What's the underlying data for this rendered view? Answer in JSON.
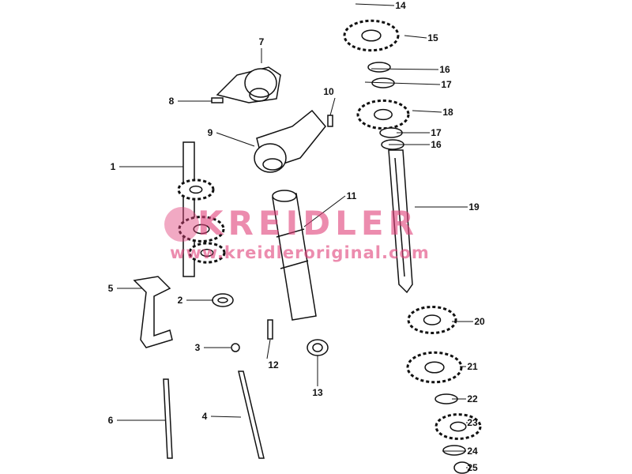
{
  "diagram": {
    "callouts": [
      "14",
      "15",
      "16",
      "17",
      "18",
      "17",
      "16",
      "19",
      "11",
      "20",
      "21",
      "22",
      "23",
      "24",
      "25",
      "7",
      "8",
      "9",
      "10",
      "1",
      "5",
      "2",
      "3",
      "12",
      "13",
      "6",
      "4"
    ]
  },
  "watermark": {
    "brand": "KREIDLER",
    "url": "www.kreidleroriginal.com"
  }
}
